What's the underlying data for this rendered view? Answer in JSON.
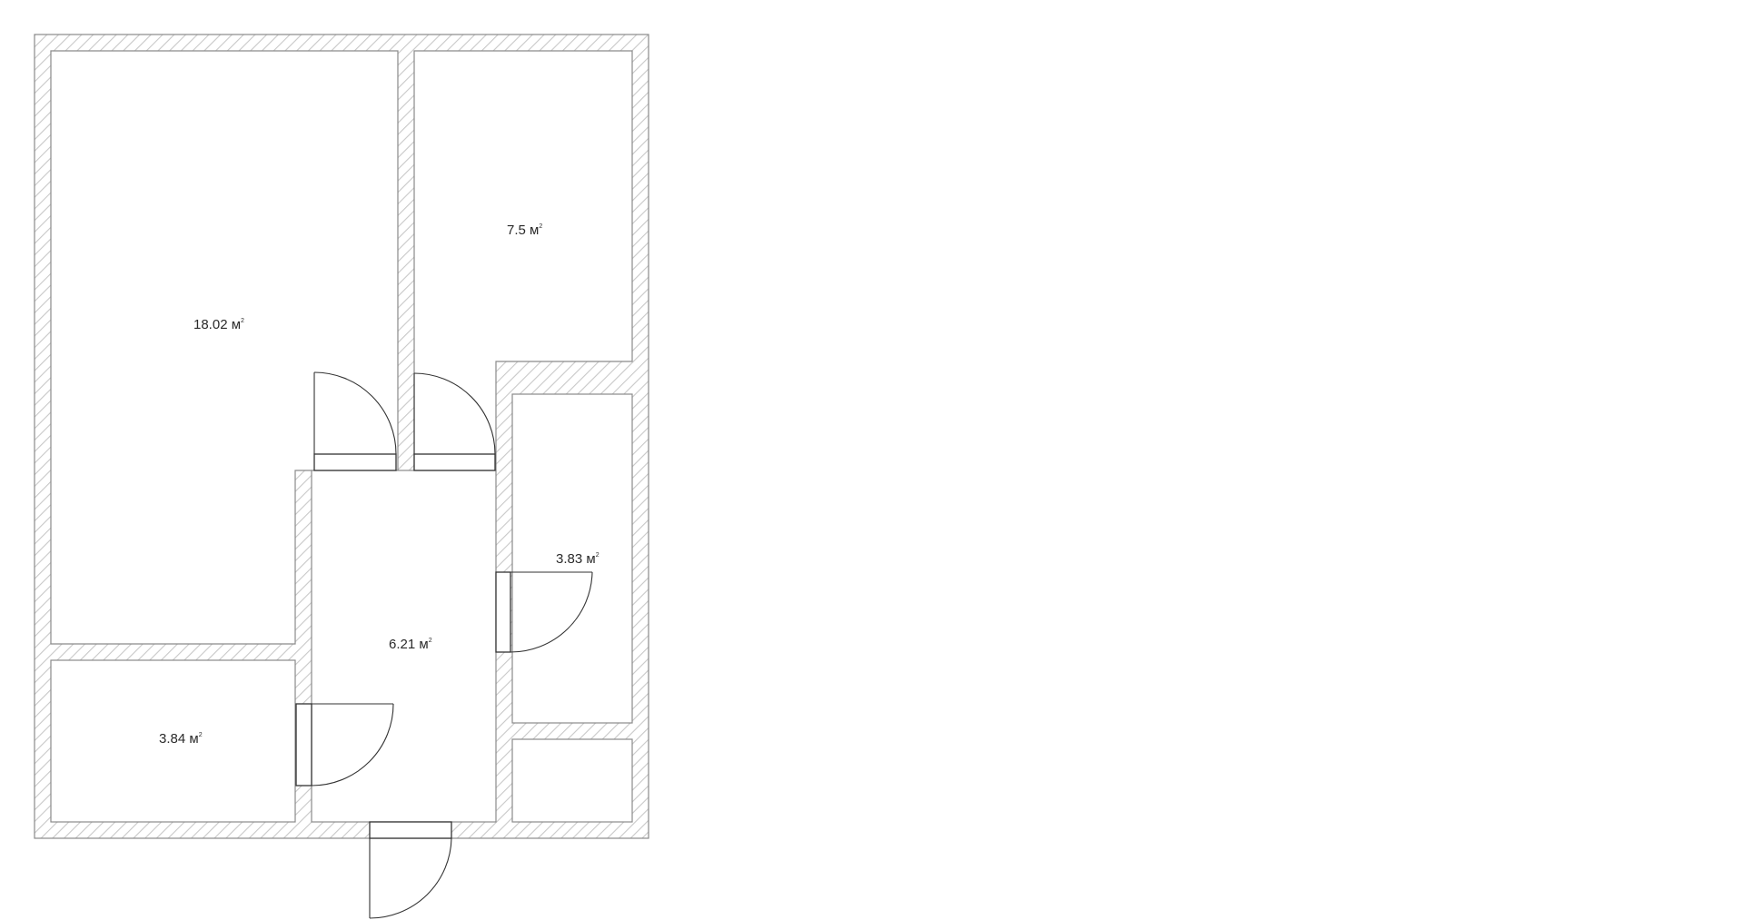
{
  "rooms": [
    {
      "id": "living-room",
      "area": "18.02",
      "unit": "м",
      "superscript": "2"
    },
    {
      "id": "bedroom",
      "area": "7.5",
      "unit": "м",
      "superscript": "2"
    },
    {
      "id": "bathroom",
      "area": "3.83",
      "unit": "м",
      "superscript": "2"
    },
    {
      "id": "hallway",
      "area": "6.21",
      "unit": "м",
      "superscript": "2"
    },
    {
      "id": "kitchen",
      "area": "3.84",
      "unit": "м",
      "superscript": "2"
    }
  ],
  "colors": {
    "wall_hatch": "#c8c8c8",
    "wall_outline": "#8a8a8a",
    "door_line": "#333333",
    "background": "#ffffff"
  }
}
